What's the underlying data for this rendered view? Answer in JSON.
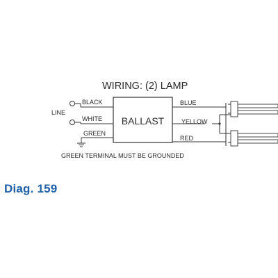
{
  "title": "WIRING: (2) LAMP",
  "ballast_label": "BALLAST",
  "line_label": "LINE",
  "input_wires": {
    "black": "BLACK",
    "white": "WHITE",
    "green": "GREEN"
  },
  "output_wires": {
    "blue": "BLUE",
    "yellow": "YELLOW",
    "red": "RED"
  },
  "ground_note": "GREEN TERMINAL MUST BE GROUNDED",
  "diagram_number": "Diag. 159",
  "colors": {
    "diagram_number": "#1f5fa8",
    "lines": "#333333",
    "text": "#2a2a2a"
  }
}
